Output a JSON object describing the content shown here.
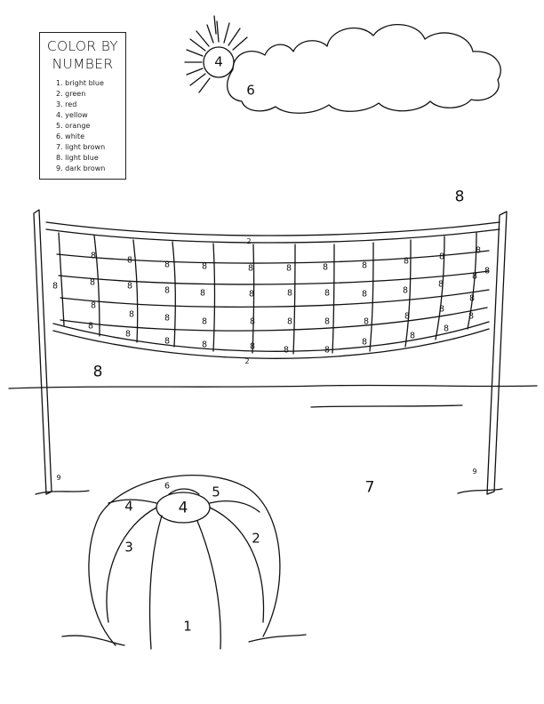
{
  "legend": {
    "title_line1": "COLOR BY",
    "title_line2": "NUMBER",
    "items": [
      "1. bright blue",
      "2. green",
      "3. red",
      "4. yellow",
      "5. orange",
      "6. white",
      "7. light brown",
      "8. light blue",
      "9. dark brown"
    ]
  },
  "labels": {
    "sun": "4",
    "cloud": "6",
    "sky": "8",
    "net_top_band": "2",
    "net_bottom_band": "2",
    "net_cell": "8",
    "below_net": "8",
    "sand": "7",
    "pole_left": "9",
    "pole_right": "9",
    "ball_top_center": "4",
    "ball_top_left": "4",
    "ball_top": "6",
    "ball_top_right": "5",
    "ball_left": "3",
    "ball_right": "2",
    "ball_bottom": "1"
  }
}
